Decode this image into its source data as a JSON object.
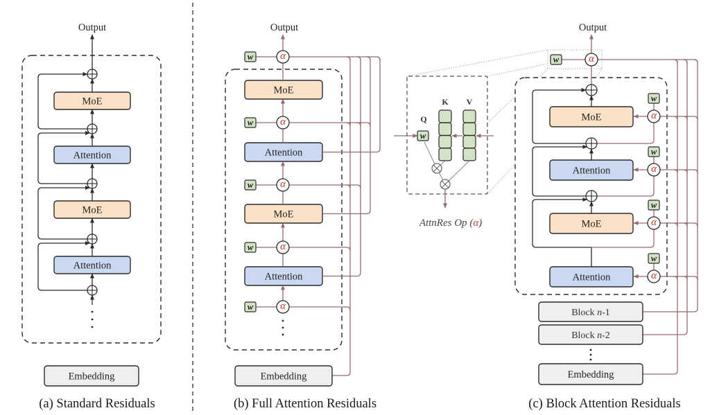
{
  "symbols": {
    "alpha": "α",
    "w": "w"
  },
  "panels": {
    "standard": {
      "caption": "(a) Standard Residuals",
      "output_label": "Output",
      "layers": [
        "MoE",
        "Attention",
        "MoE",
        "Attention"
      ],
      "embedding_label": "Embedding"
    },
    "full": {
      "caption": "(b) Full Attention Residuals",
      "output_label": "Output",
      "layers": [
        "MoE",
        "Attention",
        "MoE",
        "Attention"
      ],
      "embedding_label": "Embedding"
    },
    "block": {
      "caption": "(c) Block Attention Residuals",
      "output_label": "Output",
      "layers": [
        "MoE",
        "Attention",
        "MoE",
        "Attention"
      ],
      "previous_blocks": [
        {
          "prefix": "Block ",
          "var": "n",
          "suffix": "-1"
        },
        {
          "prefix": "Block ",
          "var": "n",
          "suffix": "-2"
        }
      ],
      "embedding_label": "Embedding"
    }
  },
  "inset": {
    "q_label": "Q",
    "k_label": "K",
    "v_label": "V",
    "op_label": "AttnRes Op",
    "op_open": " (",
    "op_symbol": "α",
    "op_close": ")"
  },
  "colors": {
    "stroke": "#2b2b2b",
    "moe": "#fbe2c6",
    "attention": "#cad9f1",
    "embedding": "#eeeff1",
    "weight": "#d3e4c6",
    "residual_line": "#946a6d",
    "alpha": "#c0392b",
    "connector": "#8a8a8a",
    "zoom_guide": "#9a9a9a"
  }
}
